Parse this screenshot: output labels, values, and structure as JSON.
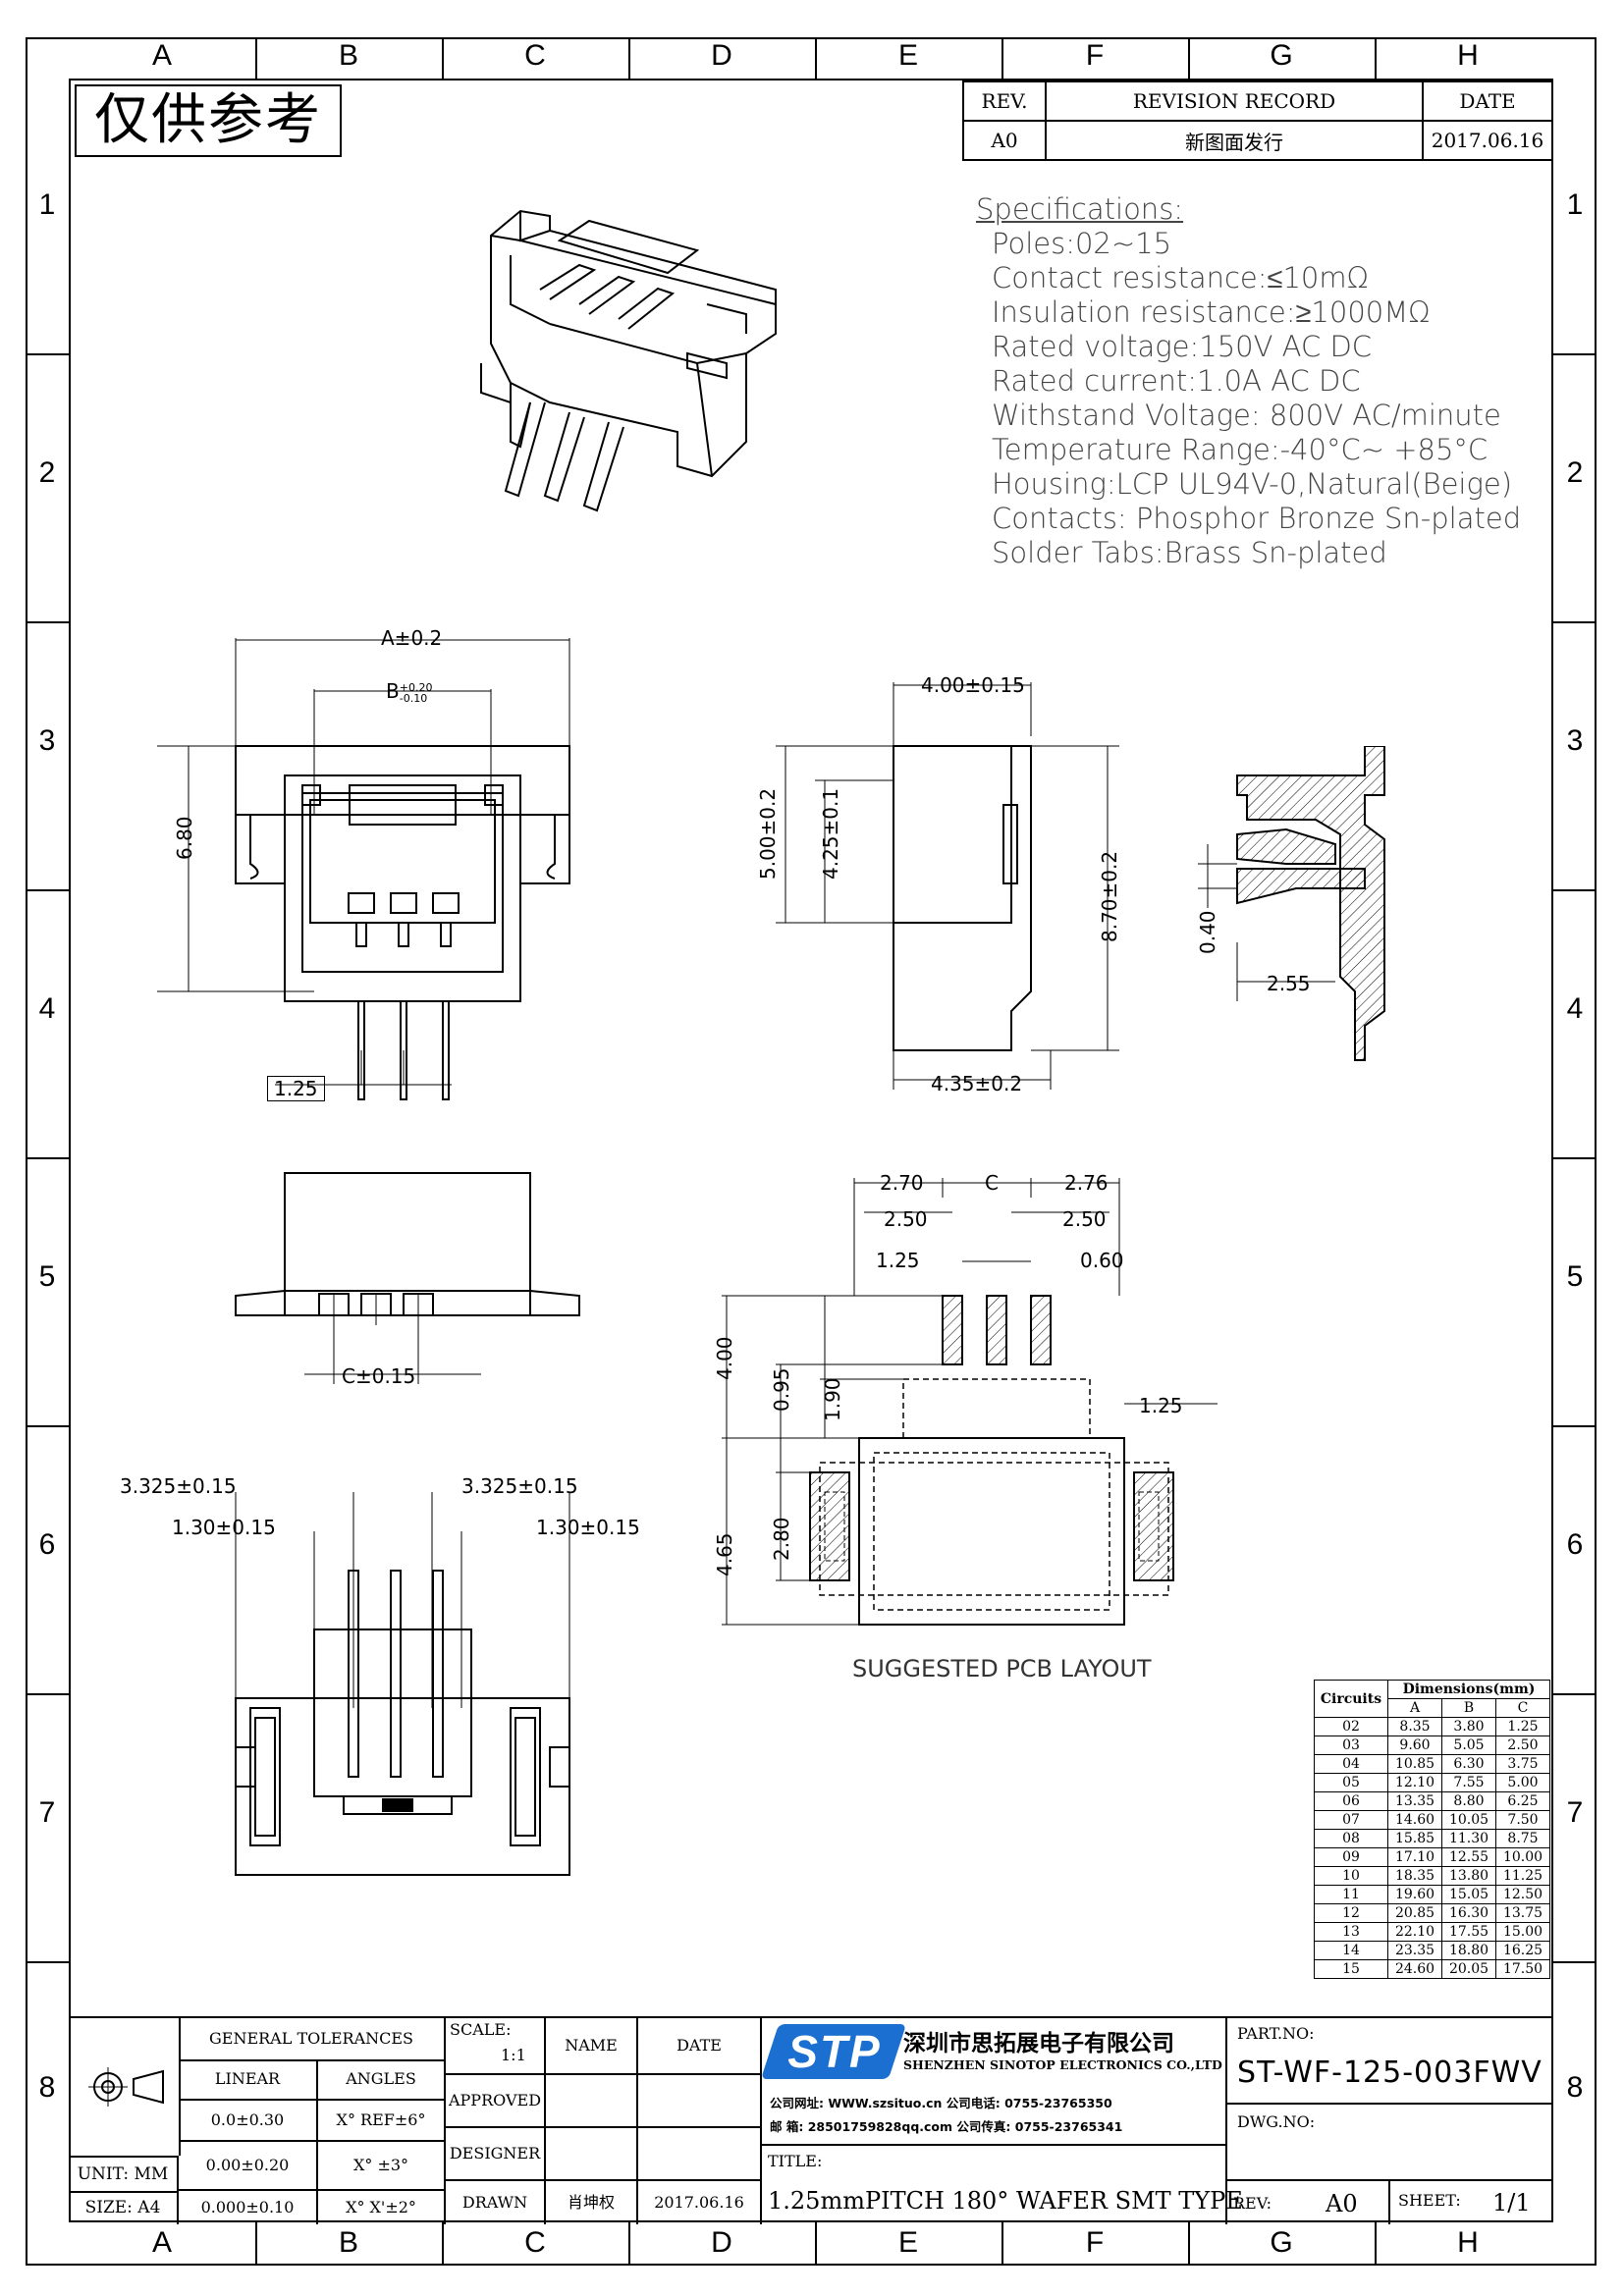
{
  "zones": {
    "columns": [
      "A",
      "B",
      "C",
      "D",
      "E",
      "F",
      "G",
      "H"
    ],
    "rows": [
      "1",
      "2",
      "3",
      "4",
      "5",
      "6",
      "7",
      "8"
    ]
  },
  "stamp": "仅供参考",
  "revision": {
    "headers": {
      "rev": "REV.",
      "record": "REVISION RECORD",
      "date": "DATE"
    },
    "row": {
      "rev": "A0",
      "record": "新图面发行",
      "date": "2017.06.16"
    }
  },
  "specifications": {
    "title": "Specifications:",
    "items": [
      "Poles:02~15",
      "Contact resistance:≤10mΩ",
      "Insulation resistance:≥1000MΩ",
      "Rated voltage:150V AC DC",
      "Rated current:1.0A AC DC",
      "Withstand Voltage: 800V AC/minute",
      "Temperature Range:-40°C~ +85°C",
      "Housing:LCP UL94V-0,Natural(Beige)",
      "Contacts: Phosphor Bronze  Sn-plated",
      "Solder Tabs:Brass Sn-plated"
    ]
  },
  "dimensions_front": {
    "a": "A±0.2",
    "b": "B",
    "b_tol_up": "+0.20",
    "b_tol_dn": "-0.10",
    "height": "6.80",
    "pitch": "1.25"
  },
  "dimensions_side": {
    "depth": "4.00±0.15",
    "h1": "5.00±0.2",
    "h2": "4.25±0.1",
    "h3": "8.70±0.2",
    "w": "4.35±0.2",
    "sec1": "0.40",
    "sec2": "2.55"
  },
  "dimensions_bottom": {
    "c": "C±0.15"
  },
  "dimensions_top": {
    "l1": "3.325±0.15",
    "l2": "1.30±0.15",
    "r1": "3.325±0.15",
    "r2": "1.30±0.15"
  },
  "pcb_layout": {
    "caption": "SUGGESTED PCB LAYOUT",
    "d270": "2.70",
    "dc": "C",
    "d276": "2.76",
    "d250a": "2.50",
    "d250b": "2.50",
    "d125a": "1.25",
    "d060": "0.60",
    "d125b": "1.25",
    "d400": "4.00",
    "d095": "0.95",
    "d190": "1.90",
    "d465": "4.65",
    "d280": "2.80"
  },
  "dimension_table": {
    "circuits_label": "Circuits",
    "dims_label": "Dimensions(mm)",
    "cols": [
      "A",
      "B",
      "C"
    ],
    "rows": [
      [
        "02",
        "8.35",
        "3.80",
        "1.25"
      ],
      [
        "03",
        "9.60",
        "5.05",
        "2.50"
      ],
      [
        "04",
        "10.85",
        "6.30",
        "3.75"
      ],
      [
        "05",
        "12.10",
        "7.55",
        "5.00"
      ],
      [
        "06",
        "13.35",
        "8.80",
        "6.25"
      ],
      [
        "07",
        "14.60",
        "10.05",
        "7.50"
      ],
      [
        "08",
        "15.85",
        "11.30",
        "8.75"
      ],
      [
        "09",
        "17.10",
        "12.55",
        "10.00"
      ],
      [
        "10",
        "18.35",
        "13.80",
        "11.25"
      ],
      [
        "11",
        "19.60",
        "15.05",
        "12.50"
      ],
      [
        "12",
        "20.85",
        "16.30",
        "13.75"
      ],
      [
        "13",
        "22.10",
        "17.55",
        "15.00"
      ],
      [
        "14",
        "23.35",
        "18.80",
        "16.25"
      ],
      [
        "15",
        "24.60",
        "20.05",
        "17.50"
      ]
    ]
  },
  "title_block": {
    "general_tolerances": "GENERAL TOLERANCES",
    "linear": "LINEAR",
    "angles": "ANGLES",
    "tol_rows": [
      [
        "0.0±0.30",
        "X° REF±6°"
      ],
      [
        "0.00±0.20",
        "X° ±3°"
      ],
      [
        "0.000±0.10",
        "X° X'±2°"
      ]
    ],
    "unit": "UNIT: MM",
    "size": "SIZE: A4",
    "scale_label": "SCALE:",
    "scale": "1:1",
    "name": "NAME",
    "date": "DATE",
    "approved": "APPROVED",
    "designer": "DESIGNER",
    "drawn": "DRAWN",
    "drawn_name": "肖坤权",
    "drawn_date": "2017.06.16",
    "logo": "STP",
    "company_cn": "深圳市思拓展电子有限公司",
    "company_en": "SHENZHEN SINOTOP ELECTRONICS CO.,LTD",
    "contact1": "公司网址: WWW.szsituo.cn    公司电话: 0755-23765350",
    "contact2": "邮  箱: 28501759828qq.com  公司传真: 0755-23765341",
    "title_label": "TITLE:",
    "title": "1.25mmPITCH 180° WAFER SMT TYPE",
    "part_no_label": "PART.NO:",
    "part_no": "ST-WF-125-003FWV",
    "dwg_no_label": "DWG.NO:",
    "rev_label": "REV:",
    "rev": "A0",
    "sheet_label": "SHEET:",
    "sheet": "1/1"
  }
}
